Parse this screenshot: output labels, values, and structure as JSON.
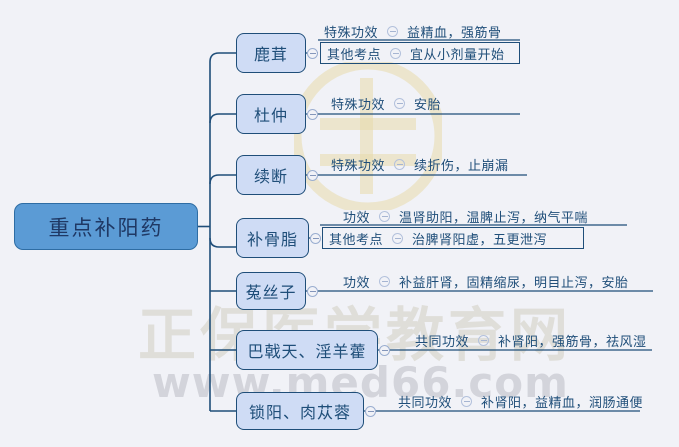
{
  "background_color": "#f1f2f7",
  "accent_color": "#1f4e79",
  "root": {
    "label": "重点补阳药",
    "fill_color": "#5b9bd5",
    "border_color": "#2e6da4"
  },
  "watermark": {
    "text_cn": "正保医学教育网",
    "text_url": "www.med66.com",
    "logo_name": "zhengbao-circle-logo"
  },
  "branches": [
    {
      "node": "鹿茸",
      "leaves": [
        {
          "label": "特殊功效",
          "value": "益精血，强筋骨",
          "boxed": false
        },
        {
          "label": "其他考点",
          "value": "宜从小剂量开始",
          "boxed": true
        }
      ]
    },
    {
      "node": "杜仲",
      "leaves": [
        {
          "label": "特殊功效",
          "value": "安胎",
          "boxed": false
        }
      ]
    },
    {
      "node": "续断",
      "leaves": [
        {
          "label": "特殊功效",
          "value": "续折伤，止崩漏",
          "boxed": false
        }
      ]
    },
    {
      "node": "补骨脂",
      "leaves": [
        {
          "label": "功效",
          "value": "温肾助阳，温脾止泻，纳气平喘",
          "boxed": false
        },
        {
          "label": "其他考点",
          "value": "治脾肾阳虚，五更泄泻",
          "boxed": true
        }
      ]
    },
    {
      "node": "菟丝子",
      "leaves": [
        {
          "label": "功效",
          "value": "补益肝肾，固精缩尿，明目止泻，安胎",
          "boxed": false
        }
      ]
    },
    {
      "node": "巴戟天、淫羊藿",
      "leaves": [
        {
          "label": "共同功效",
          "value": "补肾阳，强筋骨，祛风湿",
          "boxed": false
        }
      ]
    },
    {
      "node": "锁阳、肉苁蓉",
      "leaves": [
        {
          "label": "共同功效",
          "value": "补肾阳，益精血，润肠通便",
          "boxed": false
        }
      ]
    }
  ]
}
